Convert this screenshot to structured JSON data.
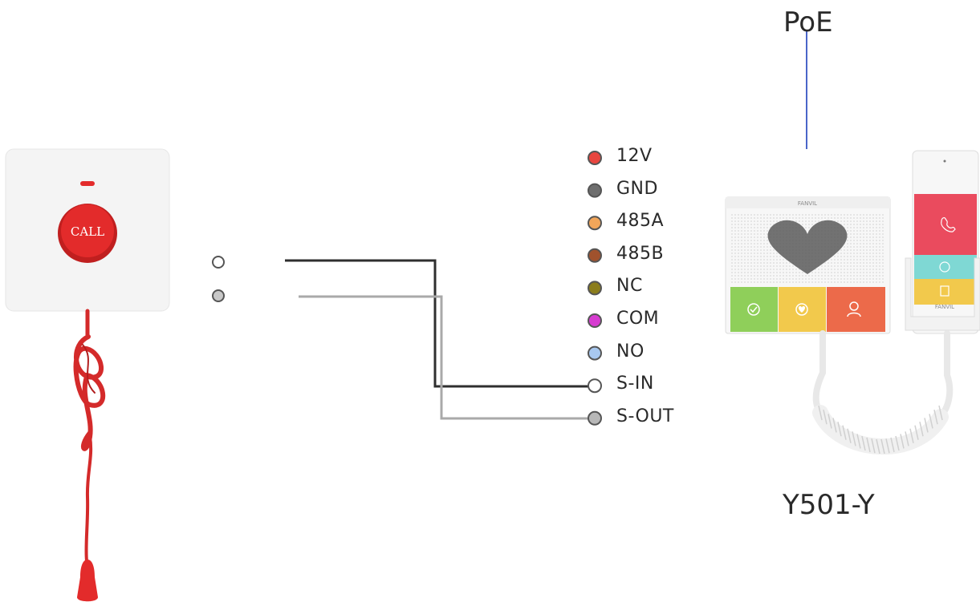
{
  "call_button": {
    "label": "CALL"
  },
  "terminals": [
    {
      "label": "12V",
      "color": "#e8463f"
    },
    {
      "label": "GND",
      "color": "#6e6e6e"
    },
    {
      "label": "485A",
      "color": "#f2a65a"
    },
    {
      "label": "485B",
      "color": "#a0522d"
    },
    {
      "label": "NC",
      "color": "#8b7d1c"
    },
    {
      "label": "COM",
      "color": "#d63bd0"
    },
    {
      "label": "NO",
      "color": "#a8c8f0"
    },
    {
      "label": "S-IN",
      "color": "#ffffff"
    },
    {
      "label": "S-OUT",
      "color": "#b8b8b8"
    }
  ],
  "power": {
    "label": "PoE"
  },
  "device": {
    "model": "Y501-Y",
    "brand": "FANVIL"
  },
  "wires": {
    "signal_in_color": "#2f2f2f",
    "signal_out_color": "#a9a9a9",
    "poe_color": "#4a66c9"
  },
  "colors": {
    "call_red": "#e32b2b",
    "cord_red": "#d42a2a",
    "key_green": "#8fcf5a",
    "key_yellow": "#f2c94c",
    "key_orange": "#ec6a4a",
    "handset_red": "#ea4b5e",
    "handset_teal": "#7fd8d4",
    "handset_yellow": "#f2c94c"
  }
}
